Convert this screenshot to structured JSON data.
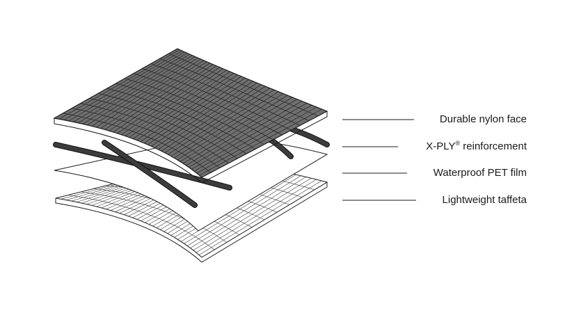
{
  "layers": [
    {
      "id": "face",
      "label": "Durable nylon face"
    },
    {
      "id": "xply",
      "label": "X-PLY",
      "label_mark": "®",
      "label_suffix": " reinforcement"
    },
    {
      "id": "film",
      "label": "Waterproof PET film"
    },
    {
      "id": "taffeta",
      "label": "Lightweight taffeta"
    }
  ],
  "colors": {
    "face_fill": "#6f6f6f",
    "face_grid": "#222222",
    "fiber": "#3c3c3c",
    "fiber_outline": "#111111",
    "film_fill": "#ffffff",
    "taffeta_fill": "#ffffff",
    "taffeta_grid": "#3a3a3a",
    "outline": "#1a1a1a",
    "leader": "#1a1a1a"
  }
}
